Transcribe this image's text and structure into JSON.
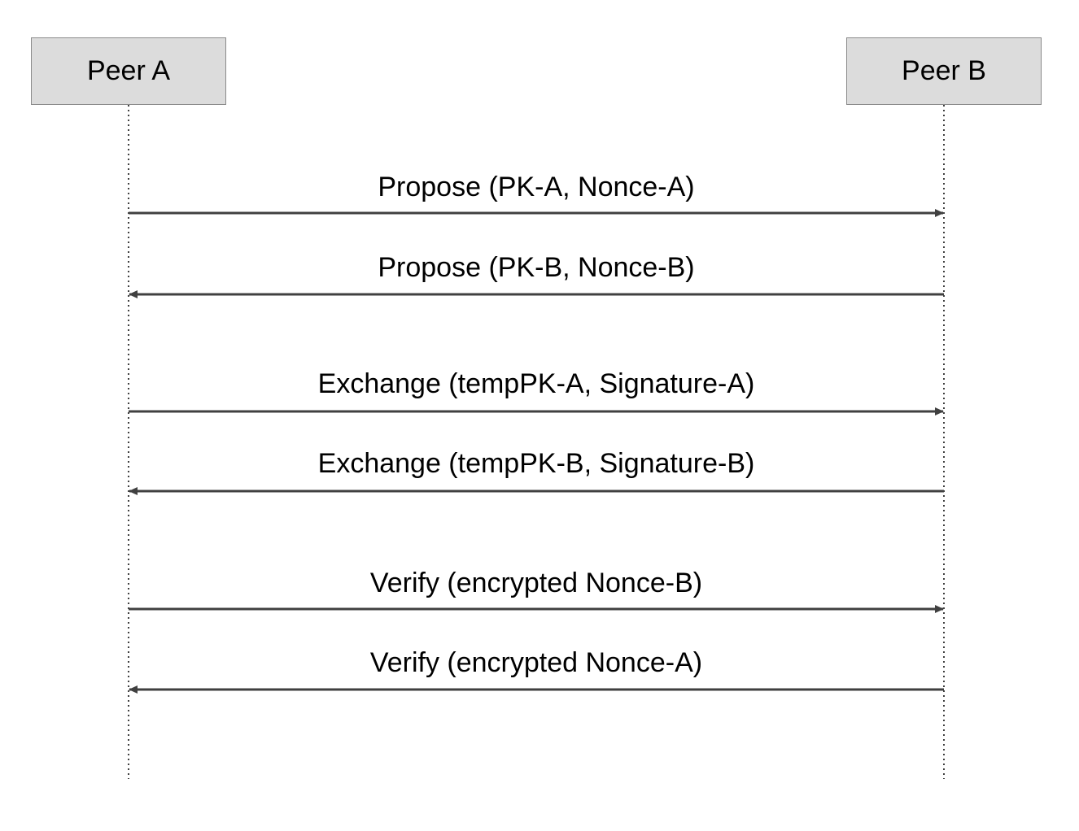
{
  "participants": [
    {
      "id": "a",
      "label": "Peer A"
    },
    {
      "id": "b",
      "label": "Peer B"
    }
  ],
  "messages": [
    {
      "label": "Propose (PK-A, Nonce-A)",
      "from": "Peer A",
      "to": "Peer B"
    },
    {
      "label": "Propose (PK-B, Nonce-B)",
      "from": "Peer B",
      "to": "Peer A"
    },
    {
      "label": "Exchange (tempPK-A, Signature-A)",
      "from": "Peer A",
      "to": "Peer B"
    },
    {
      "label": "Exchange (tempPK-B, Signature-B)",
      "from": "Peer B",
      "to": "Peer A"
    },
    {
      "label": "Verify (encrypted Nonce-B)",
      "from": "Peer A",
      "to": "Peer B"
    },
    {
      "label": "Verify (encrypted Nonce-A)",
      "from": "Peer B",
      "to": "Peer A"
    }
  ],
  "colors": {
    "box_fill": "#dcdcdc",
    "box_border": "#8a8a8a",
    "arrow": "#404040",
    "lifeline": "#404040",
    "text": "#000000"
  }
}
